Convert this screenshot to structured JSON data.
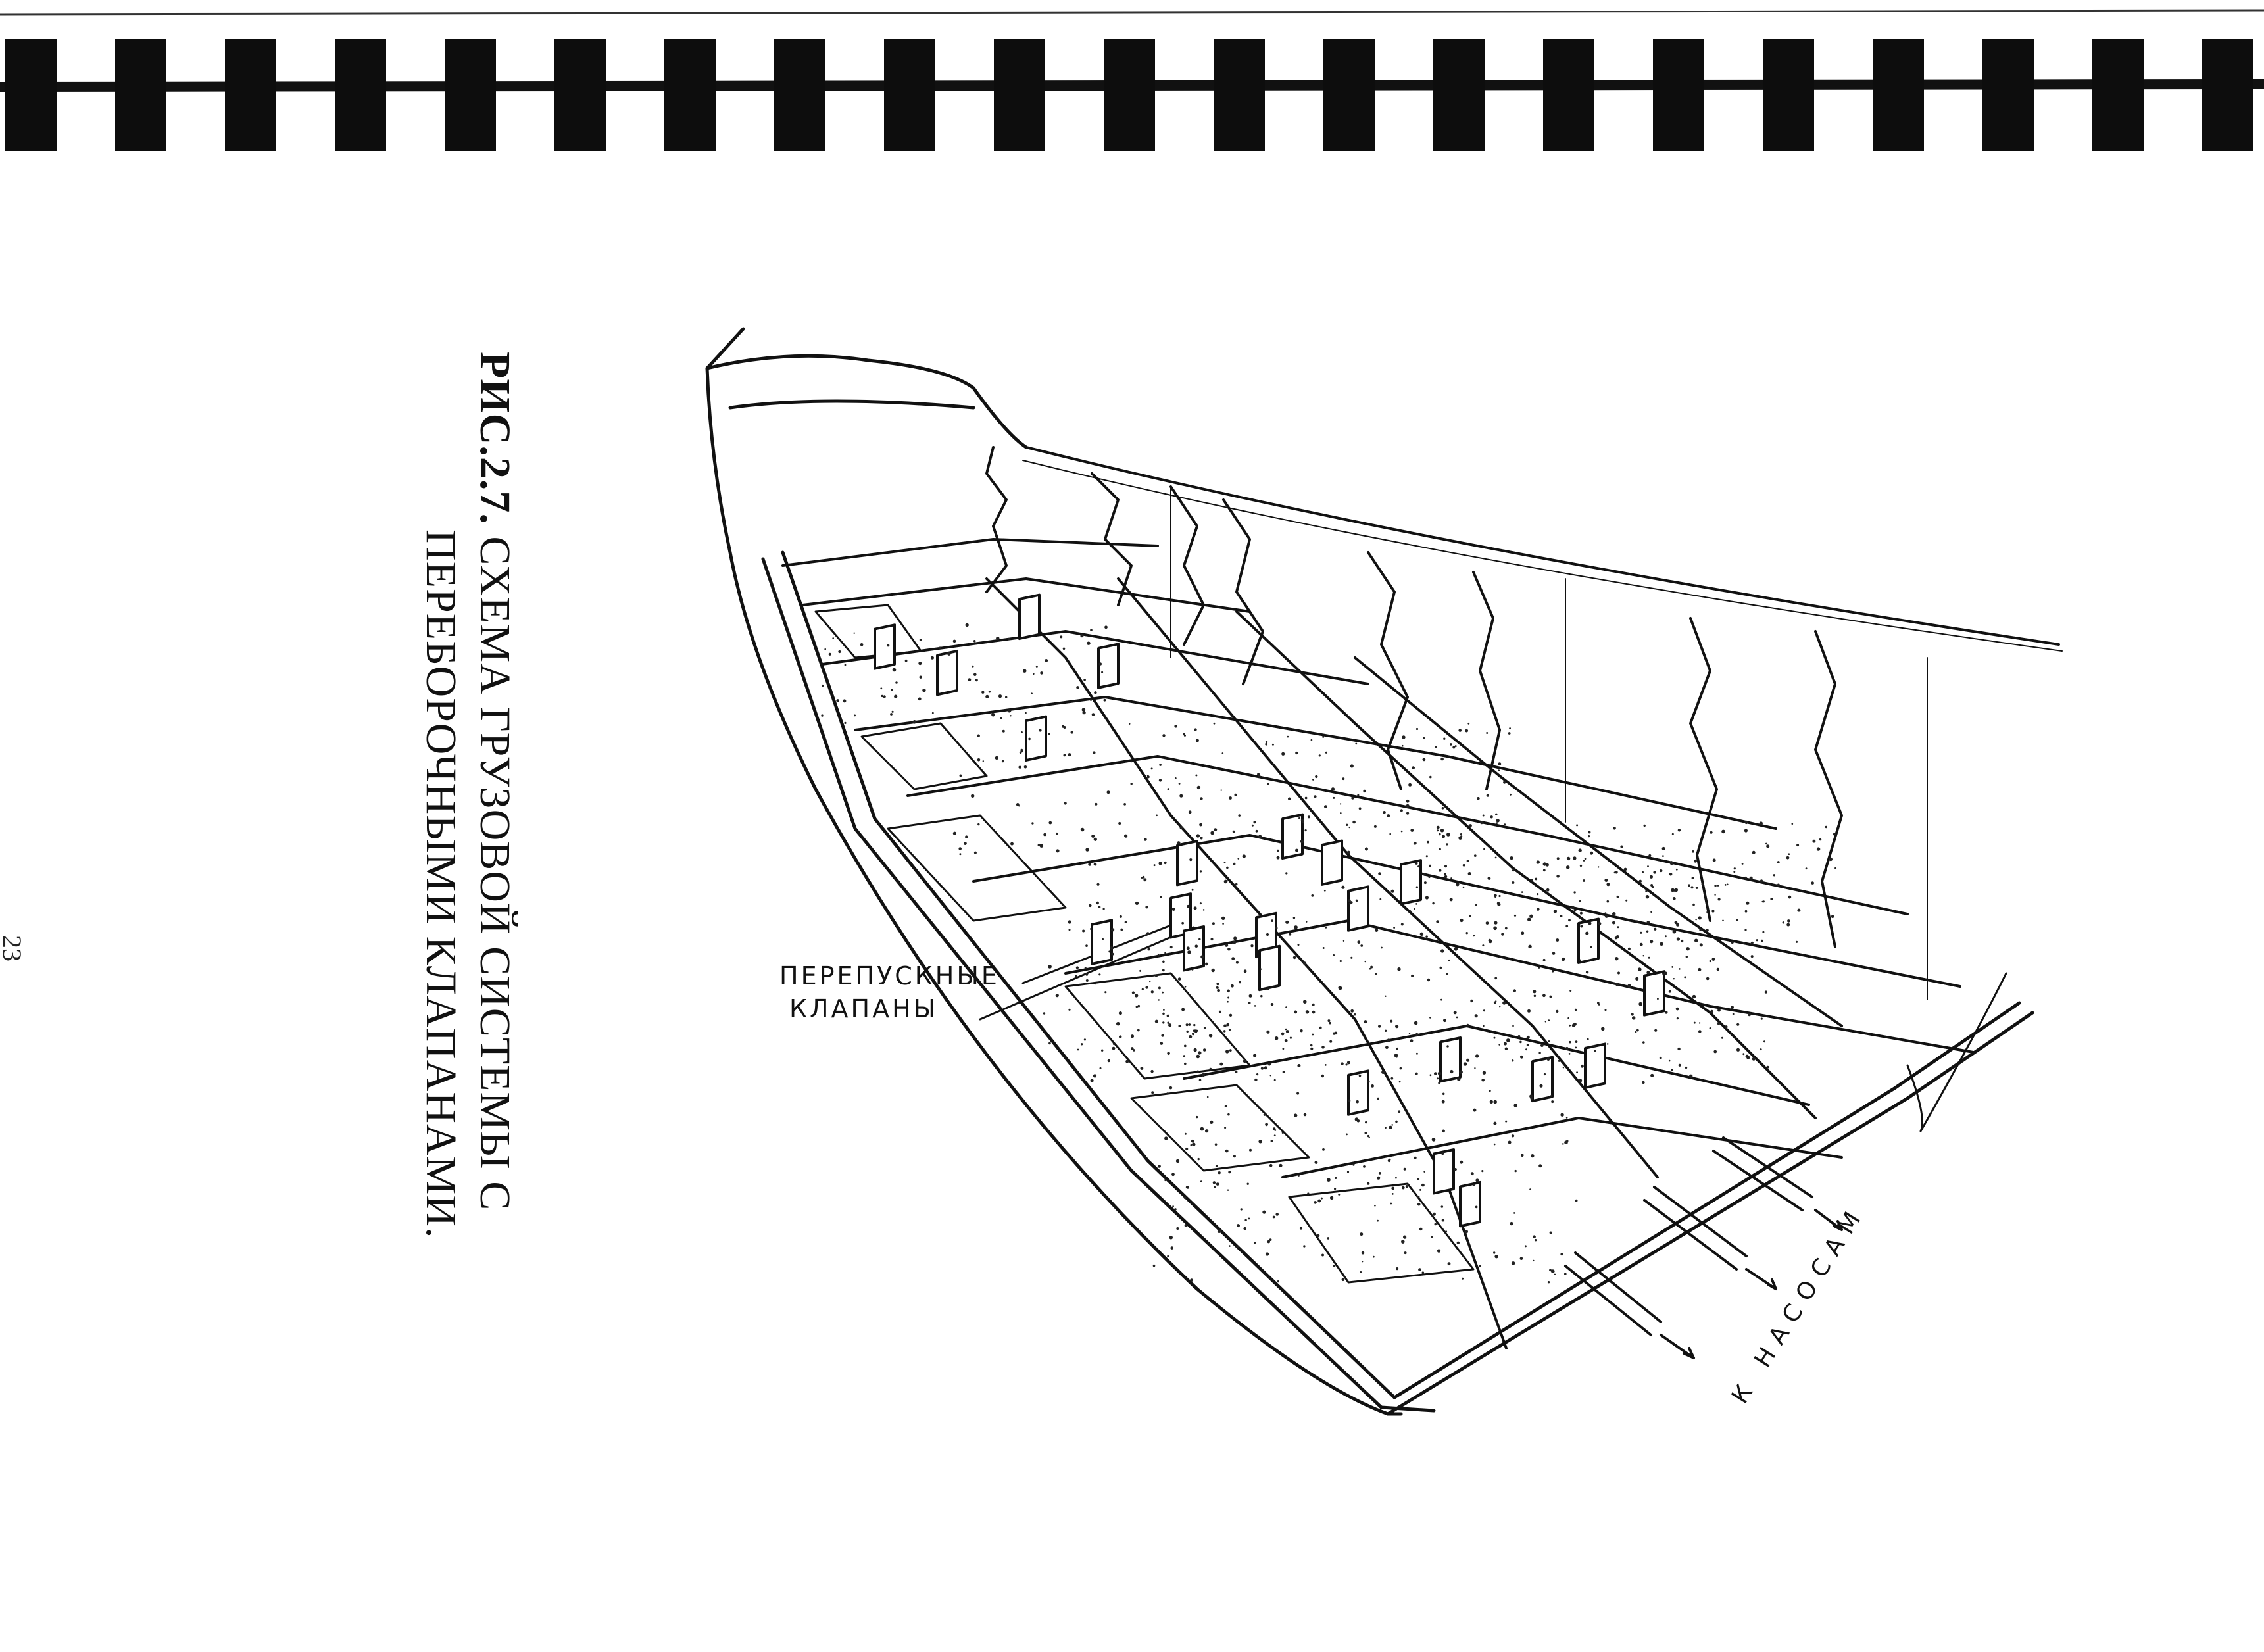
{
  "page": {
    "page_number": "23"
  },
  "figure": {
    "caption_number": "РИС.2.7.",
    "caption_line1_rest": " СХЕМА ГРУЗОВОЙ СИСТЕМЫ С",
    "caption_line2": "ПЕРЕБОРОЧНЫМИ КЛАПАНАМИ."
  },
  "diagram_labels": {
    "valves_line1": "ПЕРЕПУСКНЫЕ",
    "valves_line2": "КЛАПАНЫ",
    "to_pumps": "К НАСОСАМ"
  }
}
